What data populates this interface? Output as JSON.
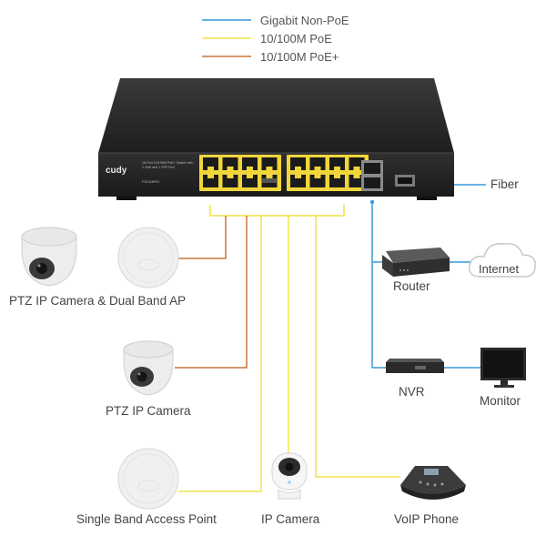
{
  "legend": [
    {
      "label": "Gigabit Non-PoE",
      "color": "#3a9ad9"
    },
    {
      "label": "10/100M PoE",
      "color": "#f2e24a"
    },
    {
      "label": "10/100M PoE+",
      "color": "#c8733a"
    }
  ],
  "colors": {
    "gigabit": "#3a9ad9",
    "poe": "#f2e24a",
    "poe_plus": "#c8733a",
    "switch_body": "#2b2b2b",
    "port_yellow": "#f0d63a"
  },
  "switch": {
    "brand": "cudy",
    "model_line1": "16-Port 10/100M PoE+ Switch with",
    "model_line2": "2 GbE and 1 SFP Port",
    "model_line3": "FS1018PS1"
  },
  "labels": {
    "fiber": "Fiber",
    "internet": "Internet",
    "router": "Router",
    "nvr": "NVR",
    "monitor": "Monitor",
    "ptz_dual": "PTZ IP Camera & Dual Band AP",
    "ptz": "PTZ IP Camera",
    "single_ap": "Single Band Access Point",
    "ip_camera": "IP Camera",
    "voip": "VoIP Phone"
  }
}
